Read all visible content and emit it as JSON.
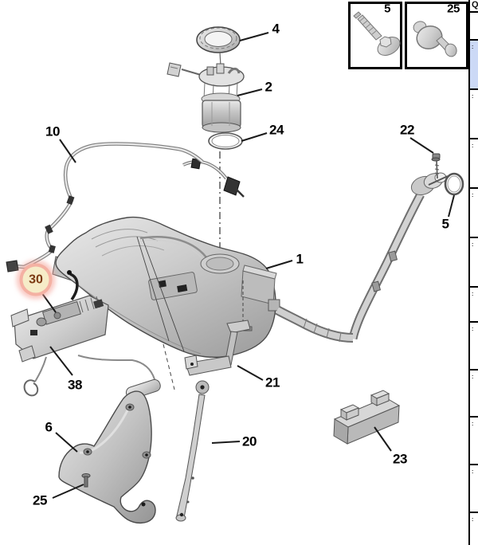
{
  "diagram_title_parts": "fuel tank exploded parts diagram",
  "callouts": [
    {
      "part": "4"
    },
    {
      "part": "2"
    },
    {
      "part": "24"
    },
    {
      "part": "22"
    },
    {
      "part": "5"
    },
    {
      "part": "1"
    },
    {
      "part": "10"
    },
    {
      "part": "30",
      "highlighted": true
    },
    {
      "part": "38"
    },
    {
      "part": "6"
    },
    {
      "part": "25"
    },
    {
      "part": "21"
    },
    {
      "part": "20"
    },
    {
      "part": "23"
    }
  ],
  "insets": [
    {
      "part": "5"
    },
    {
      "part": "25"
    }
  ],
  "highlight_colors": {
    "ring": "#f4b1a3",
    "fill": "#f6ecc8",
    "text": "#7c3a12"
  },
  "table": {
    "header_glyph": "Q",
    "selected_row_color": "#ccd9f6",
    "fragments": [
      ":",
      ":",
      ":",
      ":",
      ":",
      ":",
      ":",
      ":",
      ":",
      ":",
      ":"
    ]
  }
}
